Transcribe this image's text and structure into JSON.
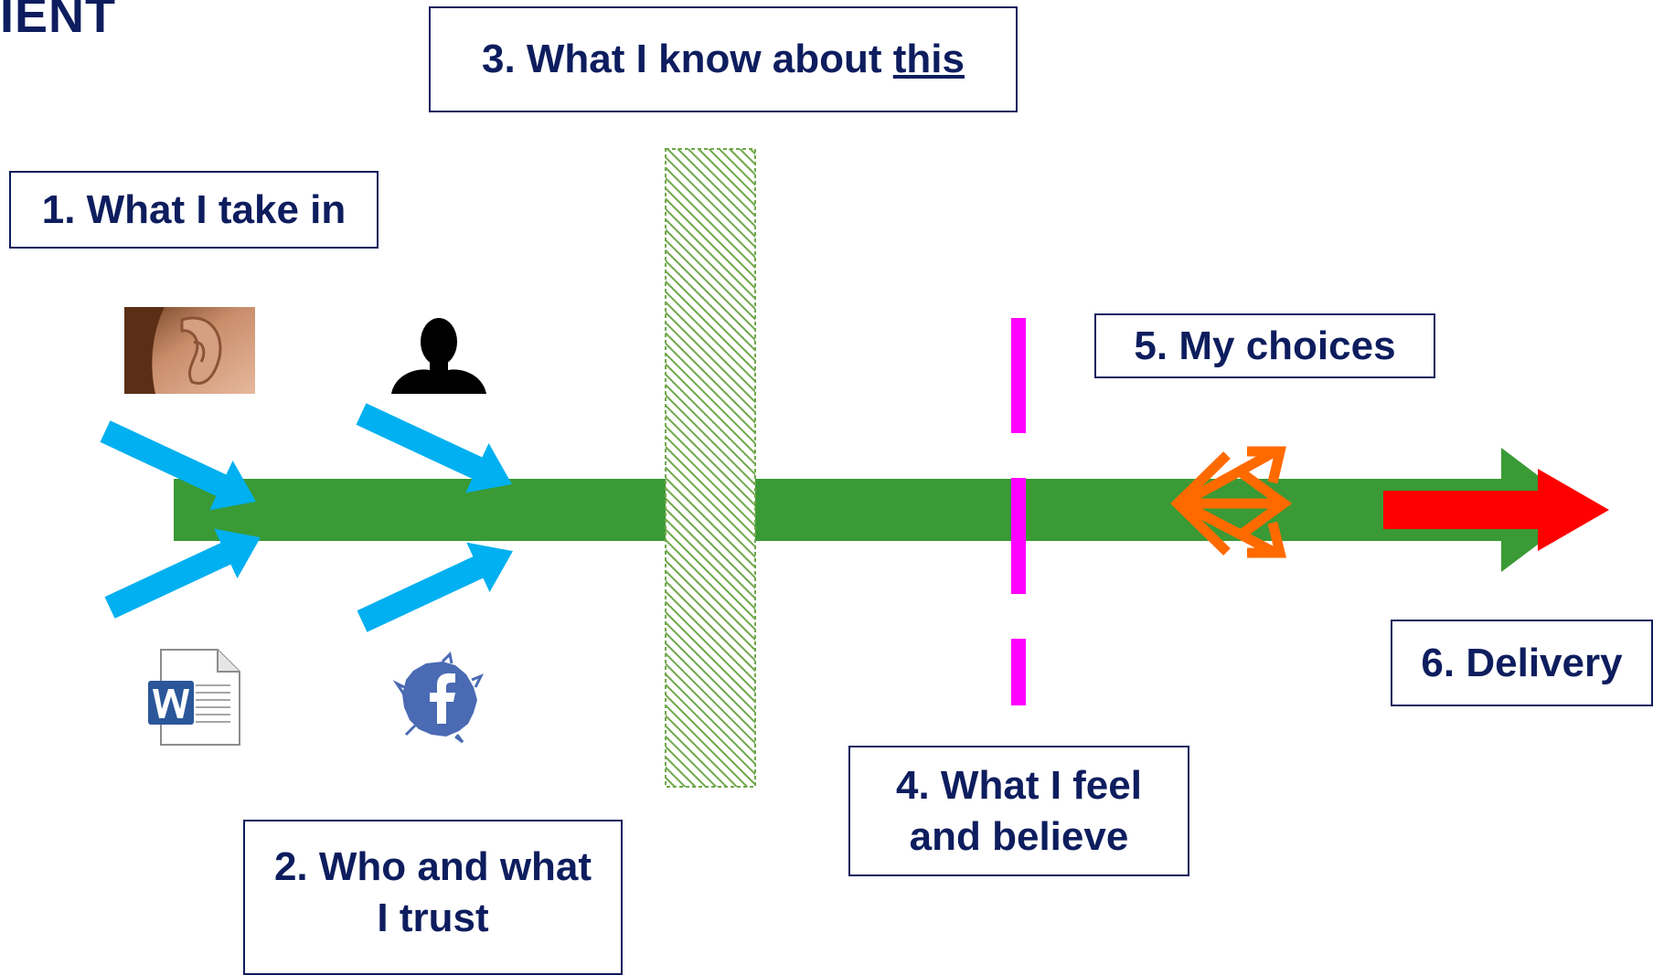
{
  "title": "IENT",
  "labels": {
    "take_in": "1. What I take in",
    "trust_l1": "2. Who and what",
    "trust_l2": "I trust",
    "know_prefix": "3. What I know about ",
    "know_underlined": "this",
    "feel_l1": "4. What I feel",
    "feel_l2": "and believe",
    "choices": "5. My choices",
    "delivery": "6. Delivery"
  },
  "icons": [
    "ear-photo",
    "person-silhouette-icon",
    "word-document-icon",
    "facebook-icon"
  ],
  "colors": {
    "text": "#0d1d5e",
    "main_arrow": "#3a9a35",
    "input_arrows": "#00b0f0",
    "barrier": "#6fa84a",
    "dashed_line": "#ff00ff",
    "choice_arrows": "#ff6a00",
    "delivery_arrow": "#ff0000"
  }
}
